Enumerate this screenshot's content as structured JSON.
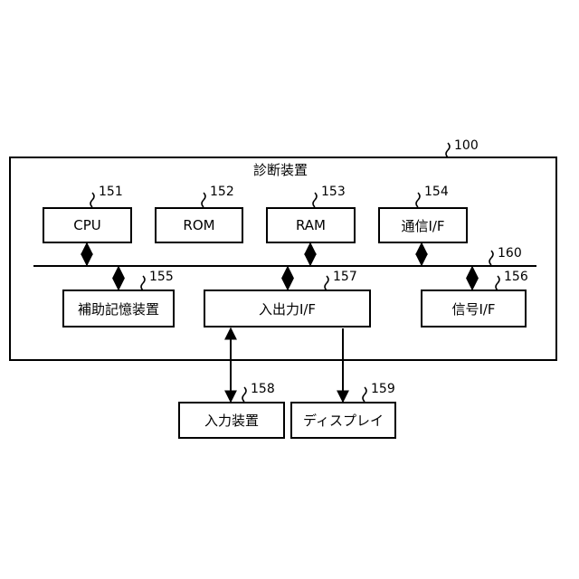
{
  "device": {
    "label": "診断装置",
    "ref": "100"
  },
  "bus": {
    "ref": "160"
  },
  "blocks": {
    "cpu": {
      "label": "CPU",
      "ref": "151"
    },
    "rom": {
      "label": "ROM",
      "ref": "152"
    },
    "ram": {
      "label": "RAM",
      "ref": "153"
    },
    "comm_if": {
      "label": "通信I/F",
      "ref": "154"
    },
    "aux_storage": {
      "label": "補助記憶装置",
      "ref": "155"
    },
    "signal_if": {
      "label": "信号I/F",
      "ref": "156"
    },
    "io_if": {
      "label": "入出力I/F",
      "ref": "157"
    },
    "input_device": {
      "label": "入力装置",
      "ref": "158"
    },
    "display": {
      "label": "ディスプレイ",
      "ref": "159"
    }
  }
}
